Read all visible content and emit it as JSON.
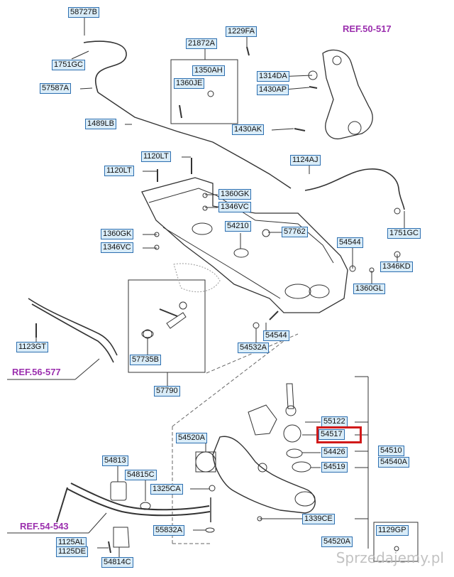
{
  "refs": [
    {
      "id": "ref-50-517",
      "text": "REF.50-517"
    },
    {
      "id": "ref-56-577",
      "text": "REF.56-577"
    },
    {
      "id": "ref-54-543",
      "text": "REF.54-543"
    }
  ],
  "parts": [
    "58727B",
    "1229FA",
    "21872A",
    "1751GC",
    "1350AH",
    "1360JE",
    "57587A",
    "1314DA",
    "1430AP",
    "1489LB",
    "1430AK",
    "1120LT",
    "1124AJ",
    "1120LT",
    "1360GK",
    "1346VC",
    "54210",
    "57762",
    "1360GK",
    "1346VC",
    "1751GC",
    "54544",
    "1346KD",
    "1360GL",
    "54544",
    "54532A",
    "1123GT",
    "57735B",
    "57790",
    "55122",
    "54517",
    "54426",
    "54519",
    "54510",
    "54540A",
    "54520A",
    "54813",
    "54815C",
    "1325CA",
    "55832A",
    "1125AL",
    "1125DE",
    "54814C",
    "1339CE",
    "54520A",
    "1129GP"
  ],
  "highlight_part": "54517",
  "watermark": "Sprzedajemy.pl",
  "colors": {
    "label_fill": "#d9ecf8",
    "label_border": "#2d6fb0",
    "ref_text": "#9b2fae",
    "highlight": "#d11a1a",
    "line": "#333333"
  }
}
